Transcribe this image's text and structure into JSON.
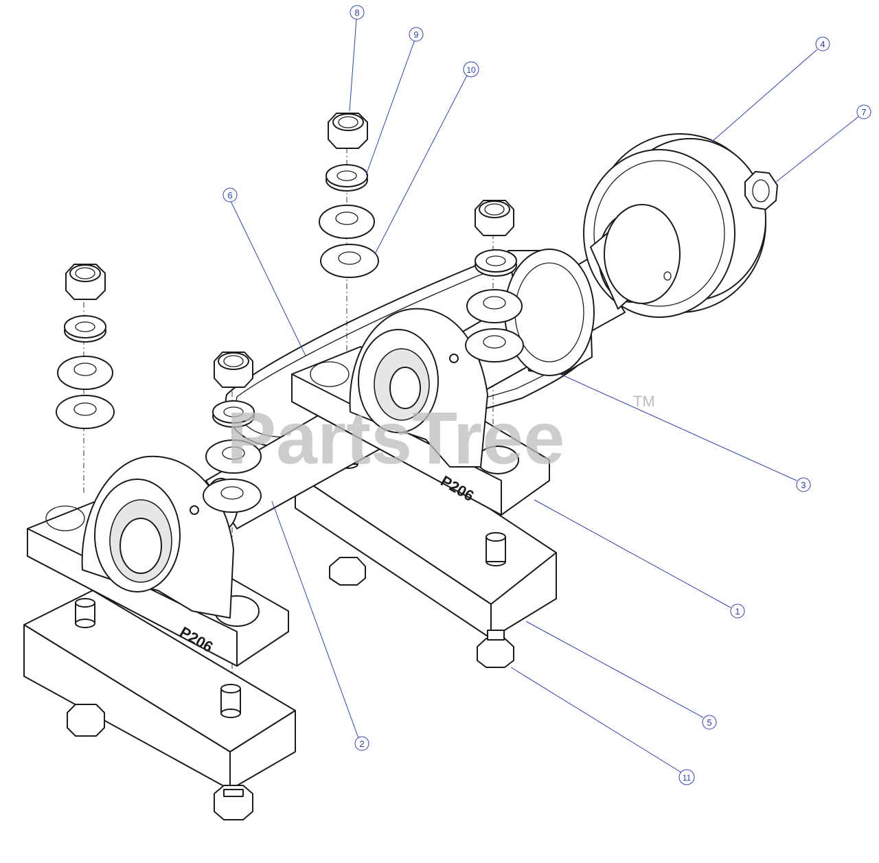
{
  "diagram": {
    "watermark": "PartsTree",
    "watermark_mark": "TM",
    "bearing_stamps": [
      "P206",
      "P206"
    ],
    "callouts": [
      {
        "id": "1",
        "label": "1"
      },
      {
        "id": "2",
        "label": "2"
      },
      {
        "id": "3",
        "label": "3"
      },
      {
        "id": "4",
        "label": "4"
      },
      {
        "id": "5",
        "label": "5"
      },
      {
        "id": "6",
        "label": "6"
      },
      {
        "id": "7",
        "label": "7"
      },
      {
        "id": "8",
        "label": "8"
      },
      {
        "id": "9",
        "label": "9"
      },
      {
        "id": "10",
        "label": "10"
      },
      {
        "id": "11",
        "label": "11"
      }
    ],
    "colors": {
      "line": "#1a1a1a",
      "callout": "#2a3fb8",
      "watermark": "#bdbdbd"
    }
  }
}
